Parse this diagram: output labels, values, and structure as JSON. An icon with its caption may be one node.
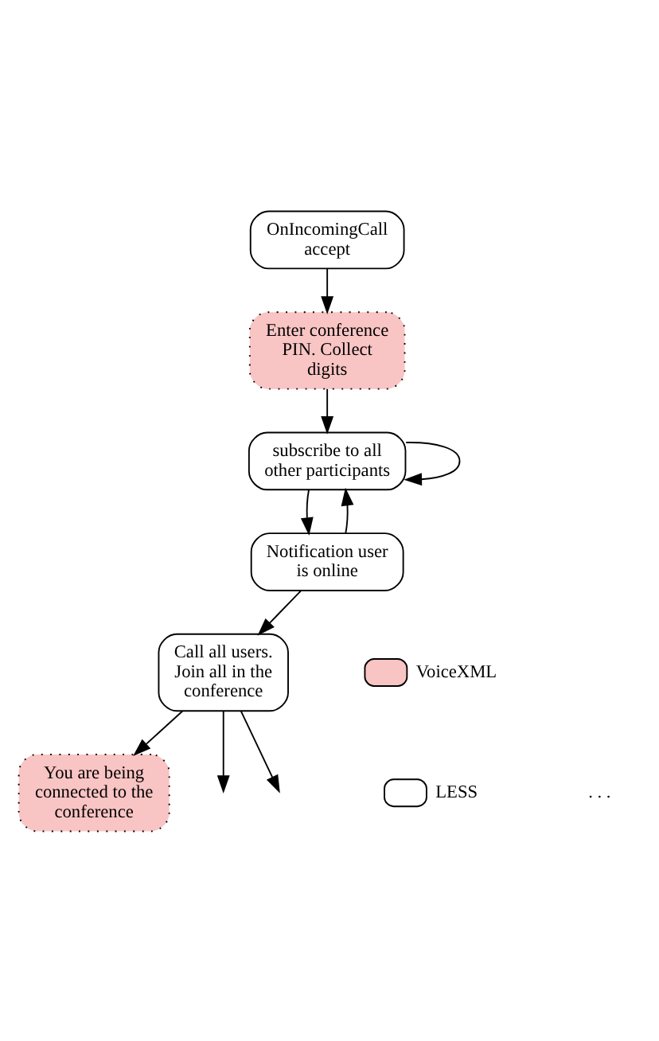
{
  "diagram": {
    "nodes": [
      {
        "text": [
          "OnIncomingCall accept"
        ]
      },
      {
        "text": [
          "Enter conference PIN. Collect digits"
        ]
      },
      {
        "text": [
          "subscribe to all other participants"
        ]
      },
      {
        "text": [
          "Notification user is online"
        ]
      },
      {
        "text": [
          "Call all users. Join all in the conference"
        ]
      },
      {
        "text": [
          "You are being connected to the conference"
        ]
      }
    ],
    "edges": [
      {
        "from": 0,
        "to": 1,
        "arrow": "to"
      },
      {
        "from": 1,
        "to": 2,
        "arrow": "to"
      },
      {
        "from": 2,
        "to": 2,
        "arrow": "to"
      },
      {
        "from": 2,
        "to": 3,
        "arrow": "to"
      },
      {
        "from": 3,
        "to": 2,
        "arrow": "to"
      },
      {
        "from": 3,
        "to": 4,
        "arrow": "to"
      },
      {
        "from": 4,
        "to": 5,
        "arrow": "to"
      },
      {
        "from": 4,
        "to": null,
        "arrow": "to"
      },
      {
        "from": 4,
        "to": null,
        "arrow": "to"
      }
    ],
    "labels": [
      ". . ."
    ],
    "legend": [
      {
        "text": "VoiceXML",
        "color": "#f9c4c4"
      },
      {
        "text": "LESS",
        "color": "#ffffff"
      }
    ]
  }
}
